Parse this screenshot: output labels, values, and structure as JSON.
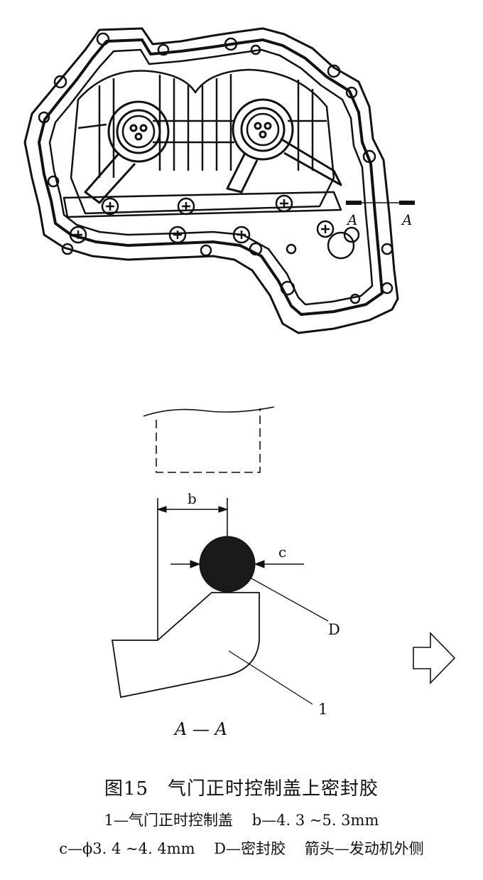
{
  "figure": {
    "section_marker_left": "A",
    "section_marker_right": "A",
    "label_b": "b",
    "label_c": "c",
    "label_D": "D",
    "label_1": "1",
    "section_title": "A — A"
  },
  "caption": {
    "title": "图15　气门正时控制盖上密封胶",
    "legend_line1": [
      "1—气门正时控制盖",
      "b—4. 3 ~5. 3mm"
    ],
    "legend_line2": [
      "c—ϕ3. 4 ~4. 4mm",
      "D—密封胶",
      "箭头—发动机外侧"
    ]
  }
}
